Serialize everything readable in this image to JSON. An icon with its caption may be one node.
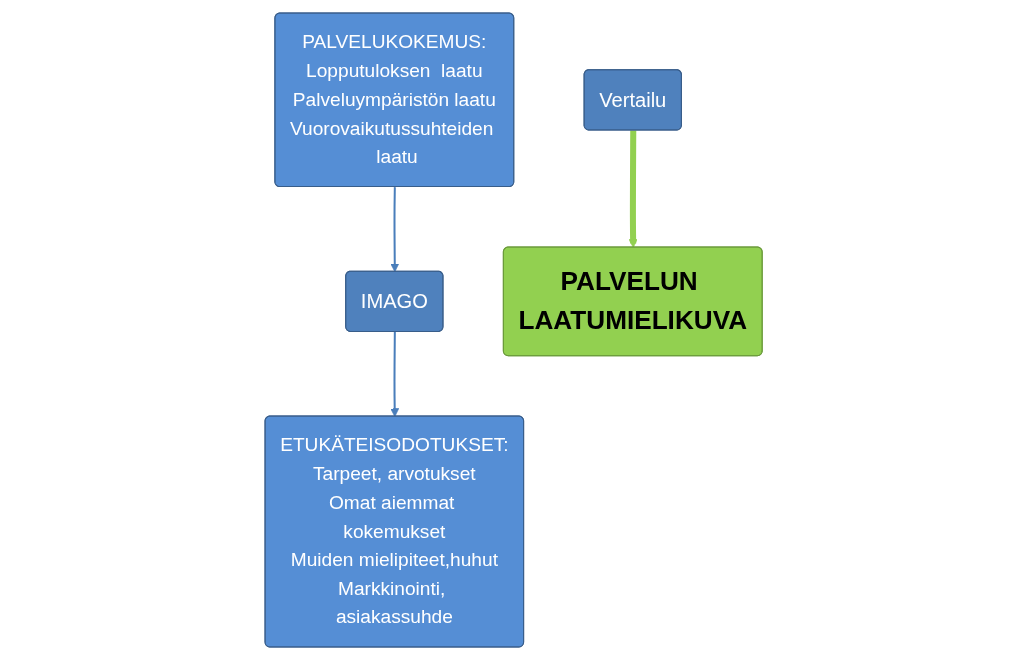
{
  "diagram": {
    "nodes": [
      {
        "text": [
          "IMAGO"
        ]
      },
      {
        "text": [
          "ETUKÄTEISODOTUKSET:",
          "Tarpeet, arvotukset",
          "Omat aiemmat kokemukset",
          "Muiden mielipiteet,huhut",
          "Markkinointi, asiakassuhde"
        ]
      },
      {
        "text": [
          "Vertailu"
        ]
      },
      {
        "text": [
          "PALVELUKOKEMUS:",
          "Lopputuloksen  laatu",
          "Palveluympäristön laatu",
          "Vuorovaikutussuhteiden  laatu"
        ]
      },
      {
        "text": [
          "PALVELUN LAATUMIELIKUVA"
        ]
      }
    ],
    "edges": [
      {
        "from": 0,
        "to": 1,
        "arrow": "to"
      },
      {
        "from": 3,
        "to": 0,
        "arrow": "to"
      },
      {
        "from": 2,
        "to": 4,
        "arrow": "to",
        "style": "thick",
        "color": "#92d050"
      }
    ]
  }
}
